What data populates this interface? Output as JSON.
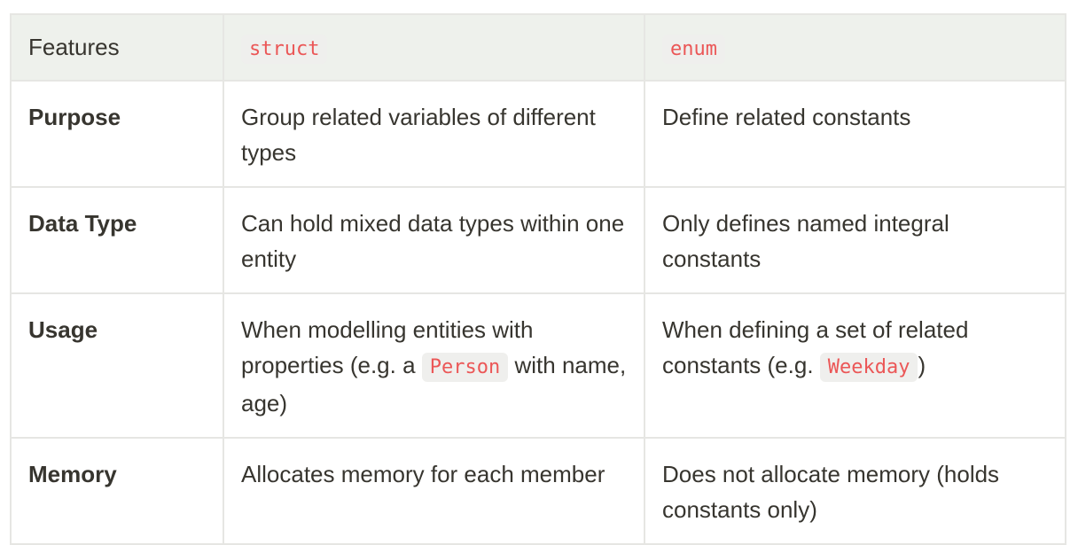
{
  "table": {
    "headers": {
      "features": "Features",
      "struct": "struct",
      "enum": "enum"
    },
    "rows": {
      "purpose": {
        "label": "Purpose",
        "struct": "Group related variables of different types",
        "enum": "Define related constants"
      },
      "data_type": {
        "label": "Data Type",
        "struct": "Can hold mixed data types within one entity",
        "enum": "Only defines named integral constants"
      },
      "usage": {
        "label": "Usage",
        "struct_before": "When modelling entities with properties (e.g. a ",
        "struct_code": "Person",
        "struct_after": " with name, age)",
        "enum_before": "When defining a set of related constants (e.g. ",
        "enum_code": "Weekday",
        "enum_after": ")"
      },
      "memory": {
        "label": "Memory",
        "struct": "Allocates memory for each member",
        "enum": "Does not allocate memory (holds constants only)"
      }
    }
  },
  "colors": {
    "header_bg": "#eef1ec",
    "border": "#e6e6e3",
    "text": "#37352f",
    "code_text": "#eb5757",
    "code_bg": "#efefed"
  }
}
